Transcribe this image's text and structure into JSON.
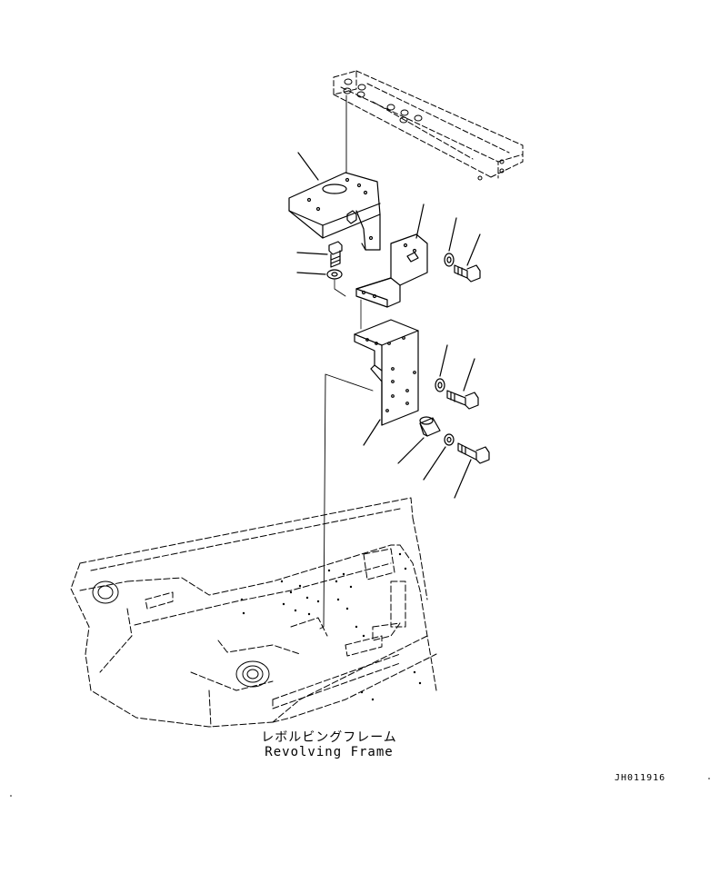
{
  "diagram": {
    "caption_japanese": "レボルビングフレーム",
    "caption_english": "Revolving Frame",
    "drawing_id": "JH011916"
  }
}
